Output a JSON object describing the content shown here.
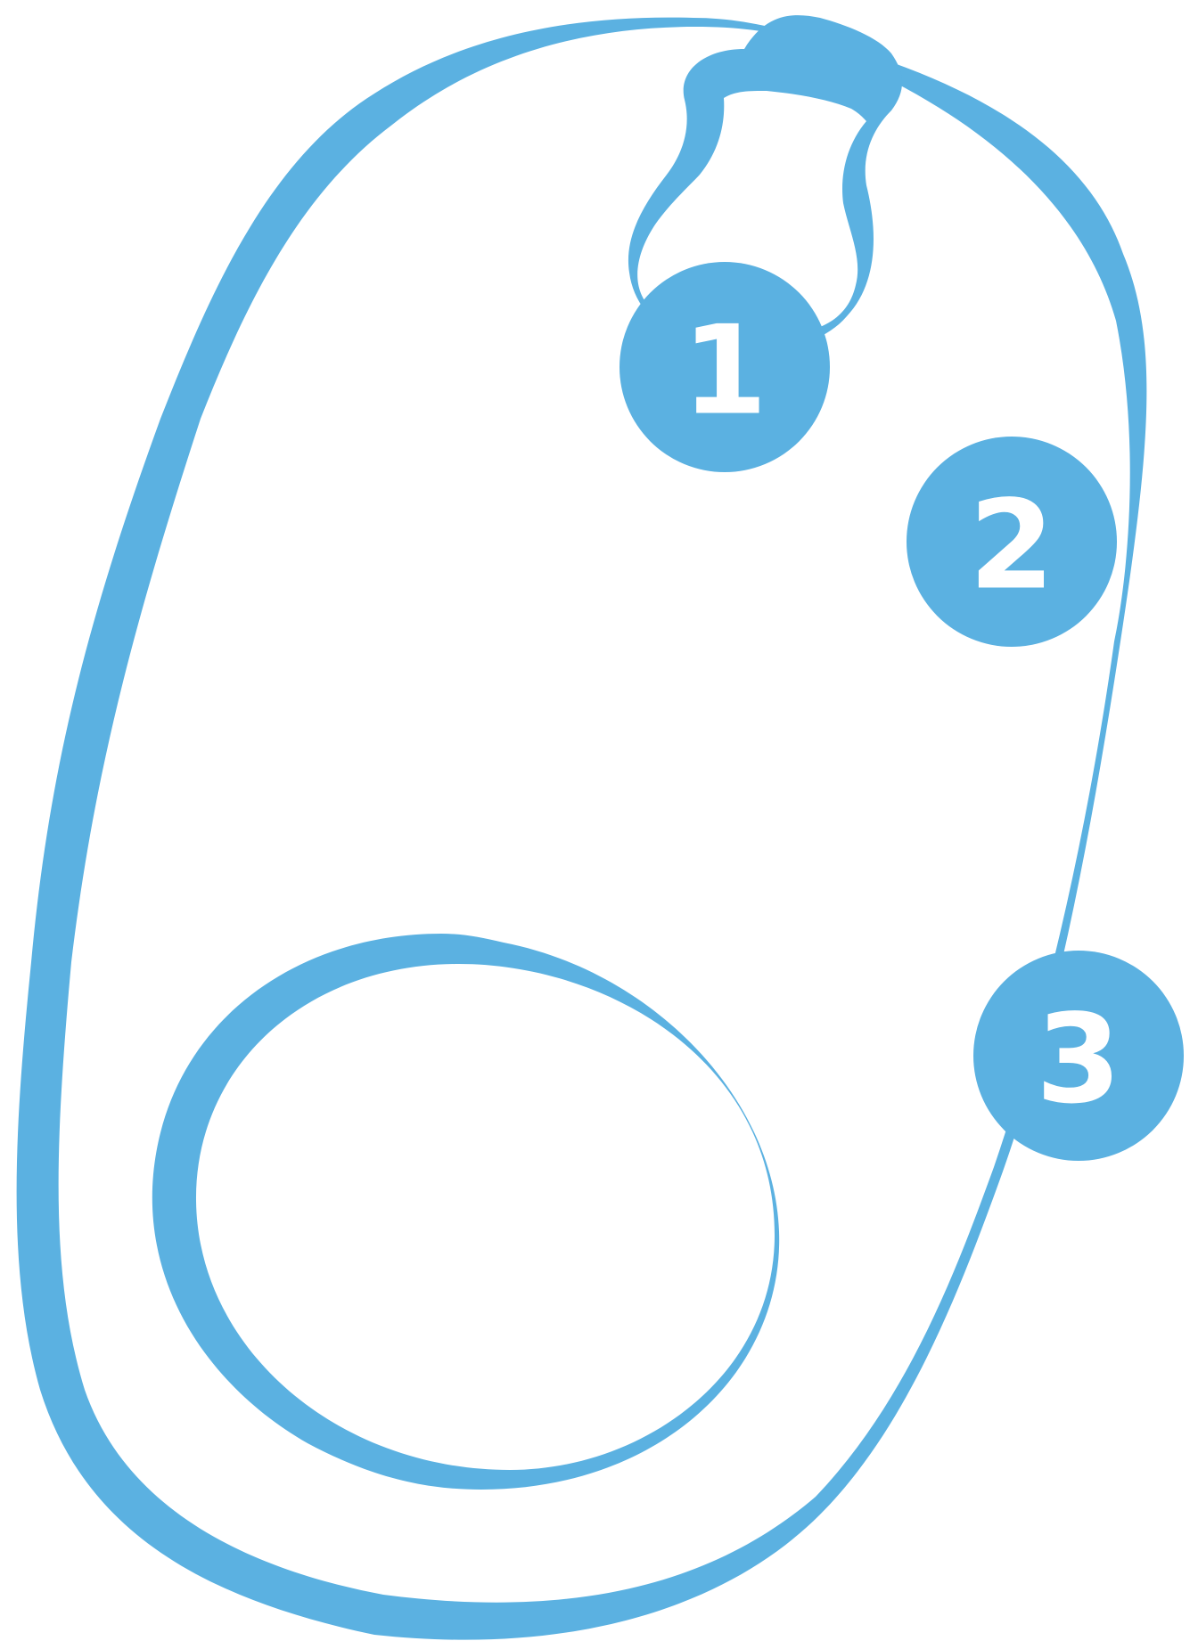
{
  "callouts": [
    {
      "label": "1"
    },
    {
      "label": "2"
    },
    {
      "label": "3"
    }
  ],
  "colors": {
    "accent": "#5bb1e1",
    "background": "#ffffff",
    "badge_text": "#ffffff"
  }
}
